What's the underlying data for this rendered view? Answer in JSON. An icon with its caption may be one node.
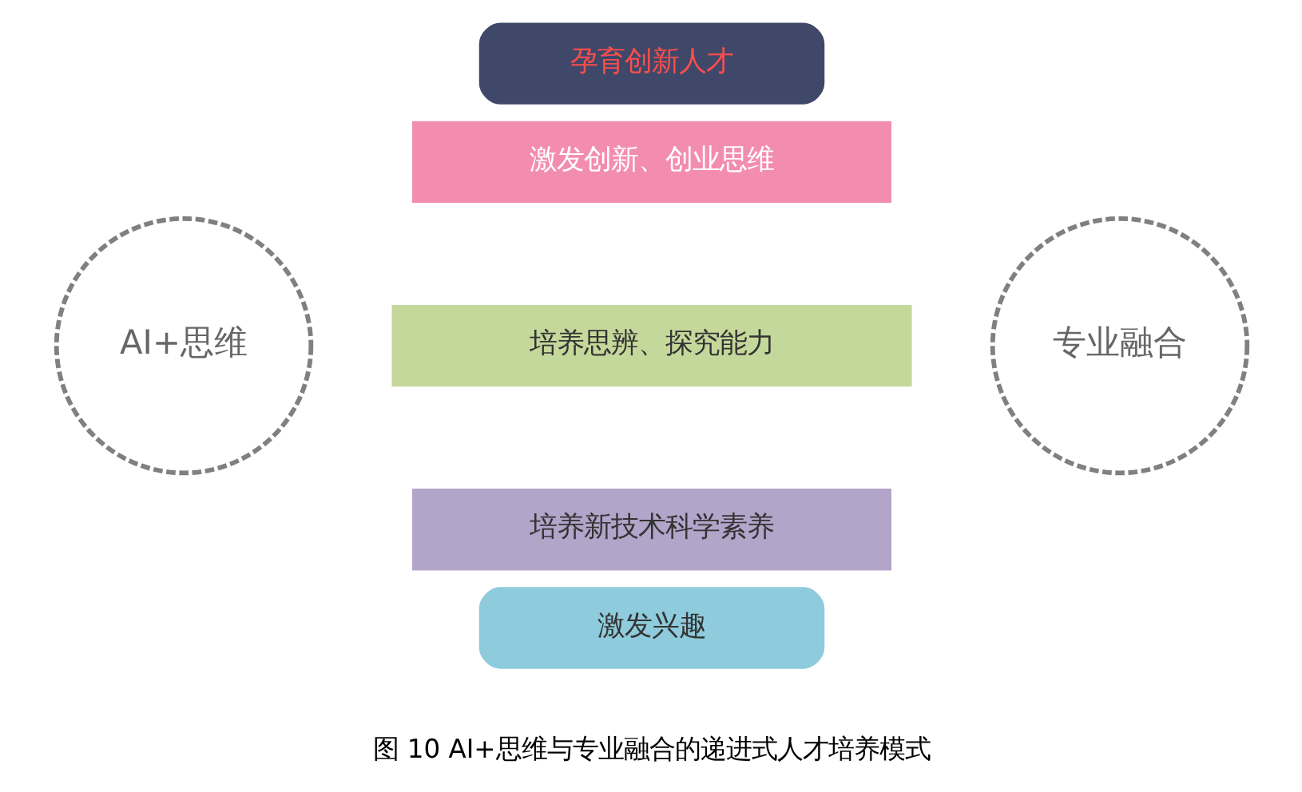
{
  "diagram": {
    "caption": "图 10 AI+思维与专业融合的递进式人才培养模式",
    "nodes": [
      {
        "text": [
          "AI+思维"
        ]
      },
      {
        "text": [
          "孕育创新人才"
        ]
      },
      {
        "text": [
          "激发创新、创业思维"
        ]
      },
      {
        "text": [
          "培养思辨、探究能力"
        ]
      },
      {
        "text": [
          "培养新技术科学素养"
        ]
      },
      {
        "text": [
          "激发兴趣"
        ]
      },
      {
        "text": [
          "专业融合"
        ]
      }
    ]
  }
}
